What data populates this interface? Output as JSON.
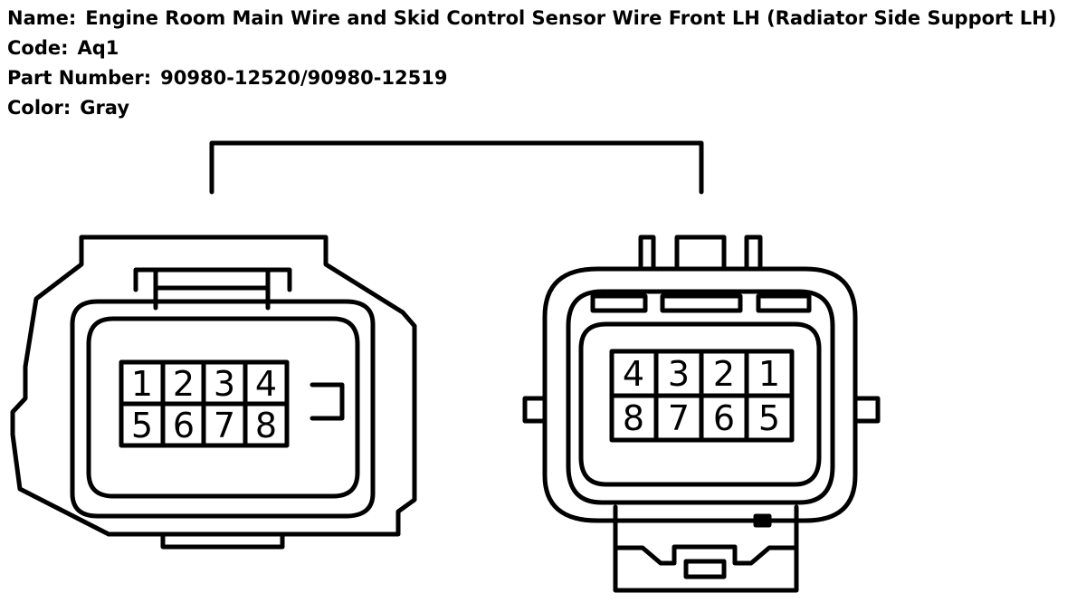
{
  "header": {
    "name_label": "Name:",
    "name_value": "Engine Room Main Wire and Skid Control Sensor Wire Front LH (Radiator Side Support LH)",
    "code_label": "Code:",
    "code_value": "Aq1",
    "part_label": "Part Number:",
    "part_value": "90980-12520/90980-12519",
    "color_label": "Color:",
    "color_value": "Gray"
  },
  "left_connector": {
    "top_row": [
      "1",
      "2",
      "3",
      "4"
    ],
    "bottom_row": [
      "5",
      "6",
      "7",
      "8"
    ]
  },
  "right_connector": {
    "top_row": [
      "4",
      "3",
      "2",
      "1"
    ],
    "bottom_row": [
      "8",
      "7",
      "6",
      "5"
    ]
  },
  "colors": {
    "line": "#000000",
    "background": "#ffffff"
  }
}
